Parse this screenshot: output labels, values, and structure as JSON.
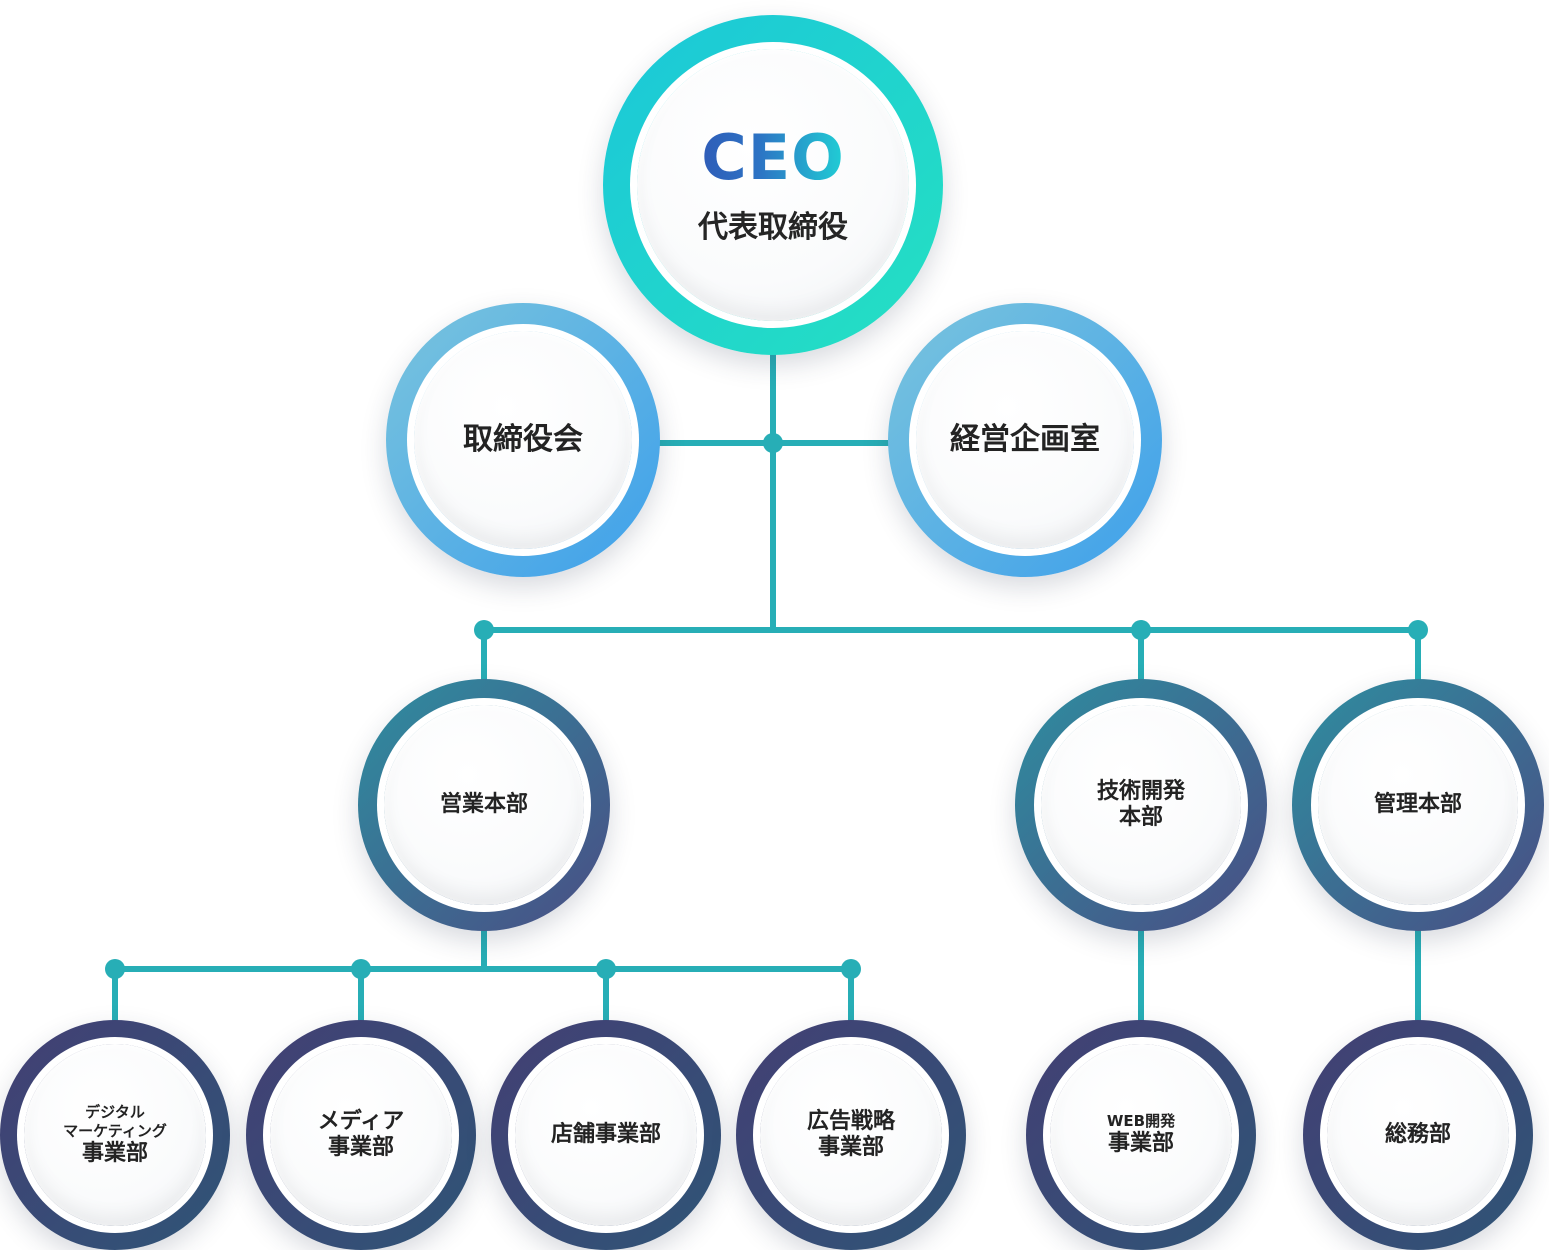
{
  "colors": {
    "connector": "#27aeb6",
    "ceo_ring_from": "#1bc7d9",
    "ceo_ring_to": "#25e0c2",
    "blue_ring_from": "#7ac4dd",
    "blue_ring_to": "#3ea0eb",
    "mid_ring_from": "#2e8ea0",
    "mid_ring_to": "#4a4d84",
    "low_ring_from": "#433f74",
    "low_ring_to": "#2f5577"
  },
  "nodes": {
    "ceo": {
      "code": "CEO",
      "title": "代表取締役"
    },
    "board": {
      "lines": [
        "取締役会"
      ]
    },
    "planning": {
      "lines": [
        "経営企画室"
      ]
    },
    "sales_hq": {
      "lines": [
        "営業本部"
      ]
    },
    "tech_hq": {
      "lines": [
        "技術開発",
        "本部"
      ]
    },
    "admin_hq": {
      "lines": [
        "管理本部"
      ]
    },
    "digital_marketing": {
      "lines": [
        "デジタル",
        "マーケティング",
        "事業部"
      ]
    },
    "media": {
      "lines": [
        "メディア",
        "事業部"
      ]
    },
    "store": {
      "lines": [
        "店舗事業部"
      ]
    },
    "ad_strategy": {
      "lines": [
        "広告戦略",
        "事業部"
      ]
    },
    "web_dev": {
      "lines": [
        "WEB開発",
        "事業部"
      ]
    },
    "general_affairs": {
      "lines": [
        "総務部"
      ]
    }
  }
}
